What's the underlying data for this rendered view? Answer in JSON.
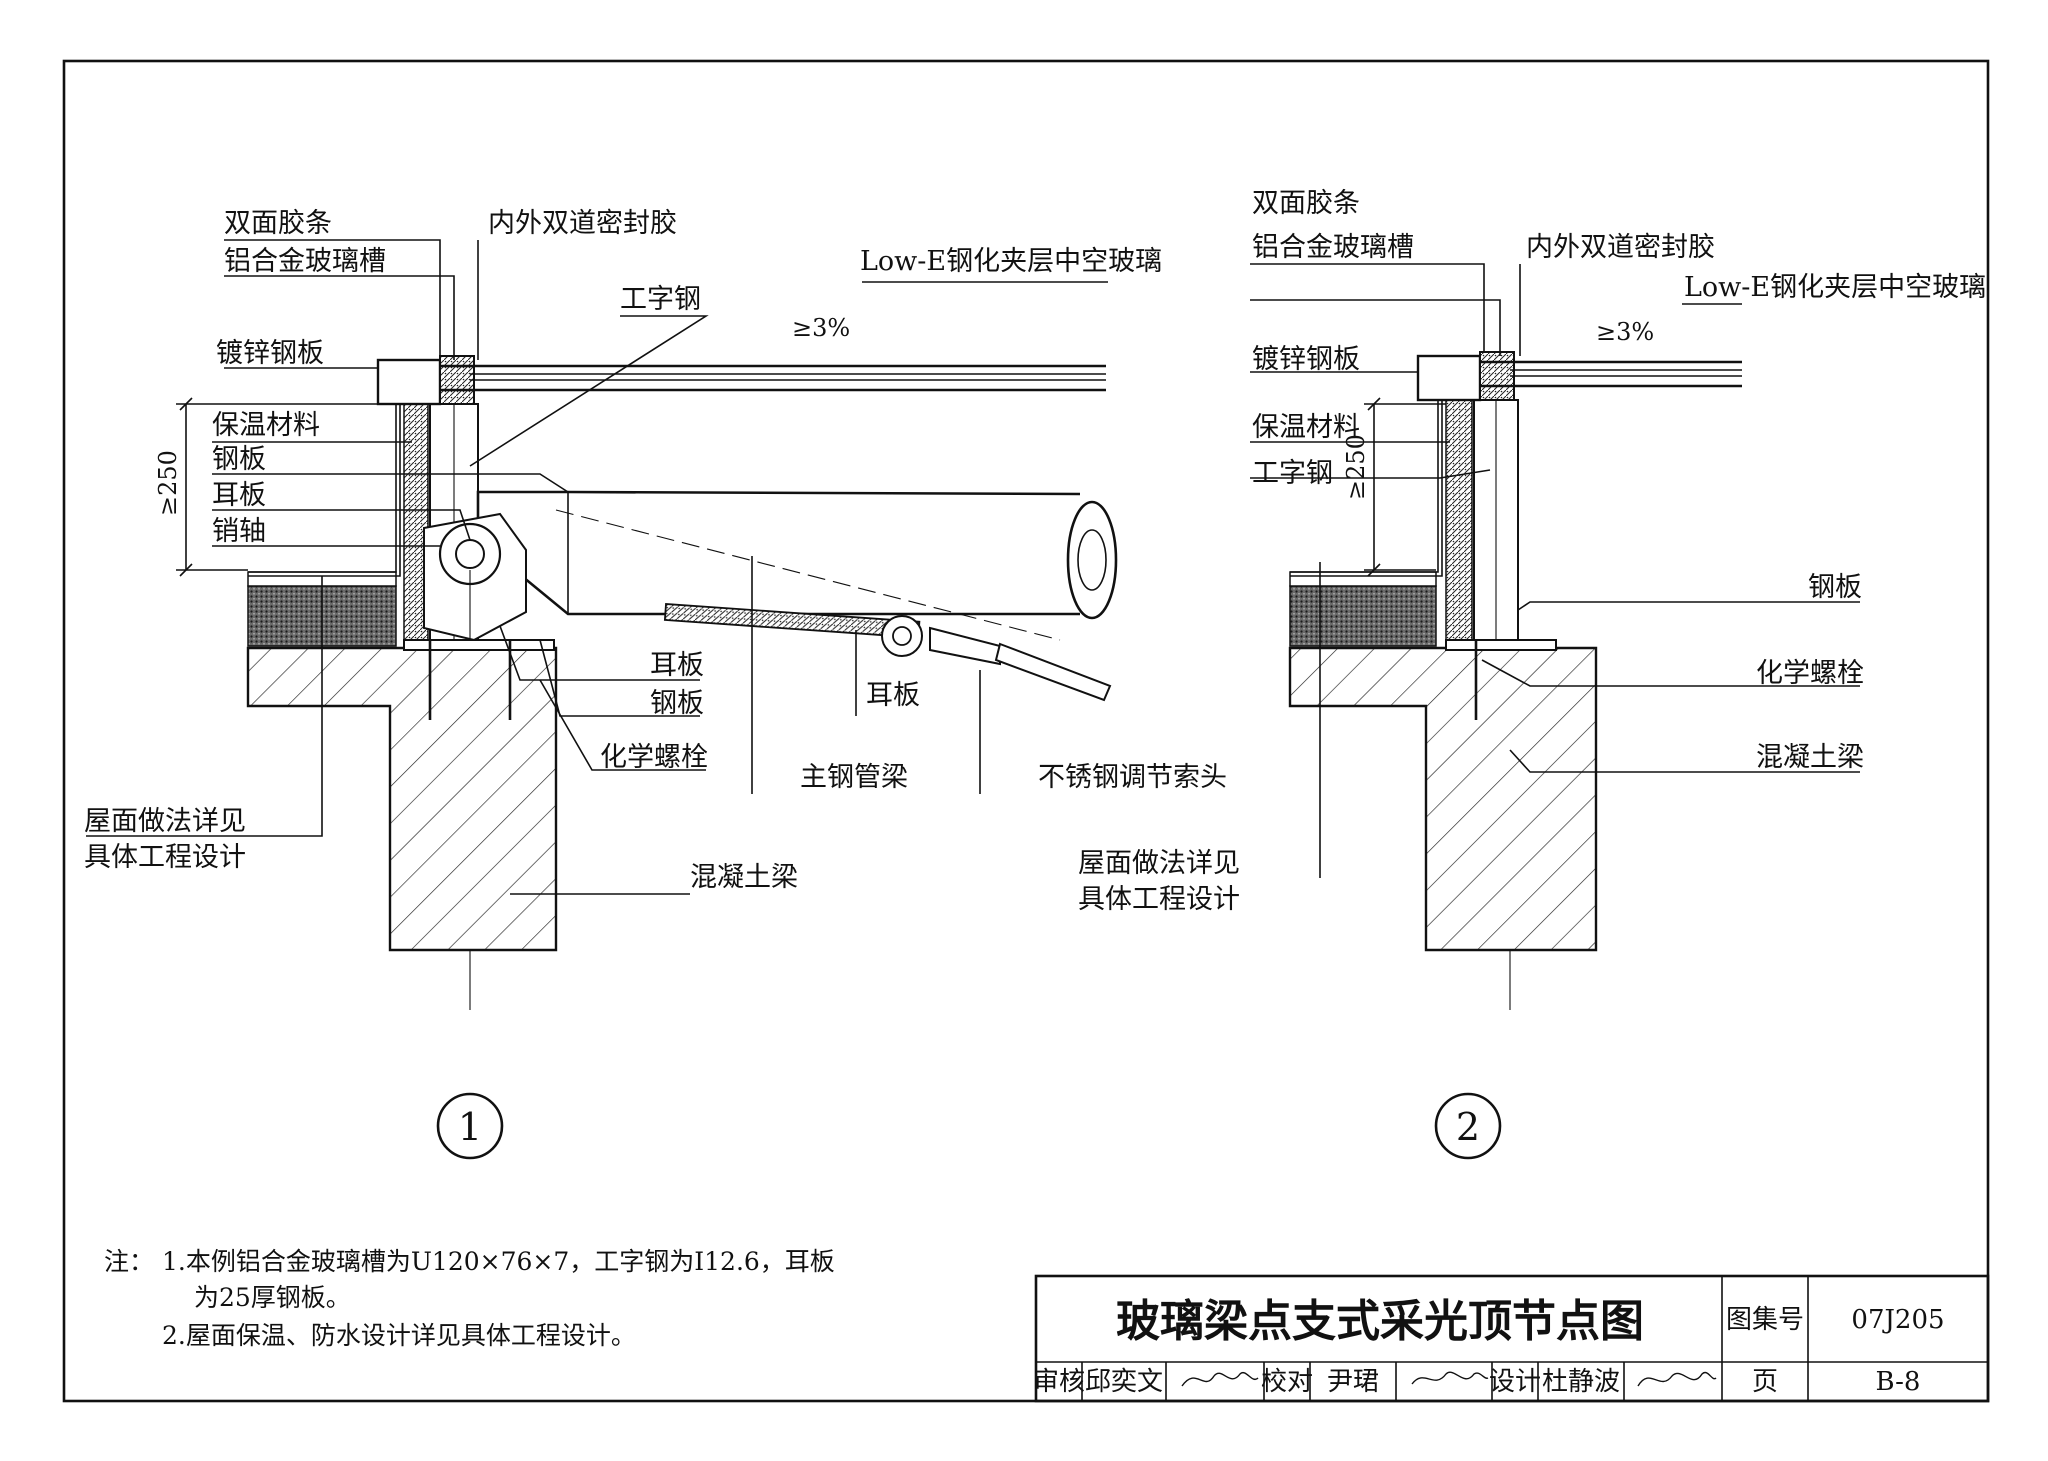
{
  "detail1": {
    "number": "1",
    "labels": {
      "double_tape": "双面胶条",
      "alu_glass_channel": "铝合金玻璃槽",
      "sealant": "内外双道密封胶",
      "lowe_glass": "Low-E钢化夹层中空玻璃",
      "i_beam": "工字钢",
      "slope": "≥3%",
      "galv_plate": "镀锌钢板",
      "insulation": "保温材料",
      "steel_plate": "钢板",
      "lug_plate": "耳板",
      "pin_shaft": "销轴",
      "dim_250": "≥250",
      "lug_plate_2": "耳板",
      "steel_plate_2": "钢板",
      "chem_bolt": "化学螺栓",
      "main_pipe_beam": "主钢管梁",
      "lug_plate_3": "耳板",
      "cable_head": "不锈钢调节索头",
      "roof_detail_1": "屋面做法详见",
      "roof_detail_2": "具体工程设计",
      "concrete_beam": "混凝土梁"
    }
  },
  "detail2": {
    "number": "2",
    "labels": {
      "double_tape": "双面胶条",
      "alu_glass_channel": "铝合金玻璃槽",
      "sealant": "内外双道密封胶",
      "lowe_glass": "Low-E钢化夹层中空玻璃",
      "slope": "≥3%",
      "galv_plate": "镀锌钢板",
      "insulation": "保温材料",
      "i_beam": "工字钢",
      "dim_250": "≥250",
      "steel_plate": "钢板",
      "chem_bolt": "化学螺栓",
      "concrete_beam": "混凝土梁",
      "roof_detail_1": "屋面做法详见",
      "roof_detail_2": "具体工程设计"
    }
  },
  "notes": {
    "prefix": "注：",
    "line1": "1.本例铝合金玻璃槽为U120×76×7，工字钢为I12.6，耳板",
    "line2": "为25厚钢板。",
    "line3": "2.屋面保温、防水设计详见具体工程设计。"
  },
  "title_block": {
    "title": "玻璃梁点支式采光顶节点图",
    "atlas_label": "图集号",
    "atlas_no": "07J205",
    "review_label": "审核",
    "reviewer": "邱奕文",
    "check_label": "校对",
    "checker": "尹珺",
    "design_label": "设计",
    "designer": "杜静波",
    "page_label": "页",
    "page_no": "B-8"
  }
}
